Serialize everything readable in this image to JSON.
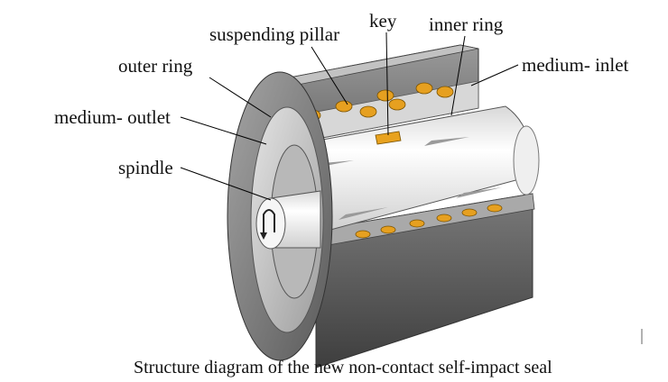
{
  "labels": {
    "suspending_pillar": "suspending pillar",
    "key": "key",
    "inner_ring": "inner ring",
    "outer_ring": "outer ring",
    "medium_inlet": "medium- inlet",
    "medium_outlet": "medium- outlet",
    "spindle": "spindle"
  },
  "caption": "Structure diagram of the new non-contact self-impact seal",
  "colors": {
    "housing_dark": "#5f5f5f",
    "housing_mid": "#8a8a8a",
    "housing_light": "#c8c8c8",
    "spindle": "#f4f4f4",
    "pillar": "#e6a020",
    "key": "#e8a21f",
    "leader": "#000000"
  }
}
